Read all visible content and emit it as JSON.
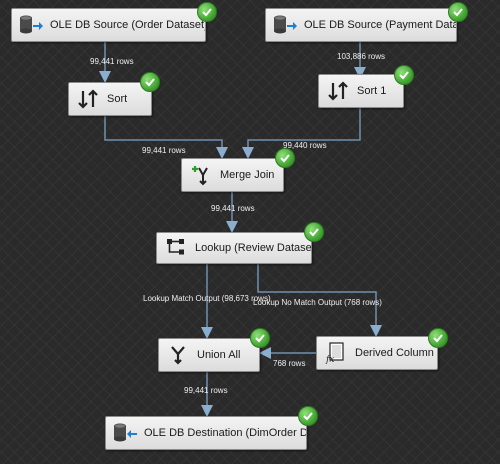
{
  "nodes": {
    "source_order": {
      "label": "OLE DB Source (Order Dataset)",
      "status": "success"
    },
    "source_payment": {
      "label": "OLE DB Source (Payment Dataset)",
      "status": "success"
    },
    "sort": {
      "label": "Sort",
      "status": "success"
    },
    "sort1": {
      "label": "Sort 1",
      "status": "success"
    },
    "merge_join": {
      "label": "Merge Join",
      "status": "success"
    },
    "lookup": {
      "label": "Lookup (Review Dataset)",
      "status": "success"
    },
    "union_all": {
      "label": "Union All",
      "status": "success"
    },
    "derived_column": {
      "label": "Derived Column",
      "status": "success"
    },
    "destination": {
      "label": "OLE DB Destination (DimOrder DWH)",
      "status": "success"
    }
  },
  "edges": {
    "order_to_sort": "99,441 rows",
    "payment_to_sort1": "103,886 rows",
    "sort_to_merge": "99,441 rows",
    "sort1_to_merge": "99,440 rows",
    "merge_to_lookup": "99,441 rows",
    "lookup_match": "Lookup Match Output (98,673 rows)",
    "lookup_nomatch": "Lookup No Match Output (768 rows)",
    "derived_to_union": "768 rows",
    "union_to_dest": "99,441 rows"
  },
  "colors": {
    "success": "#3a9d2a",
    "connector": "#6f8fb0",
    "arrow_head": "#8aaed0"
  }
}
